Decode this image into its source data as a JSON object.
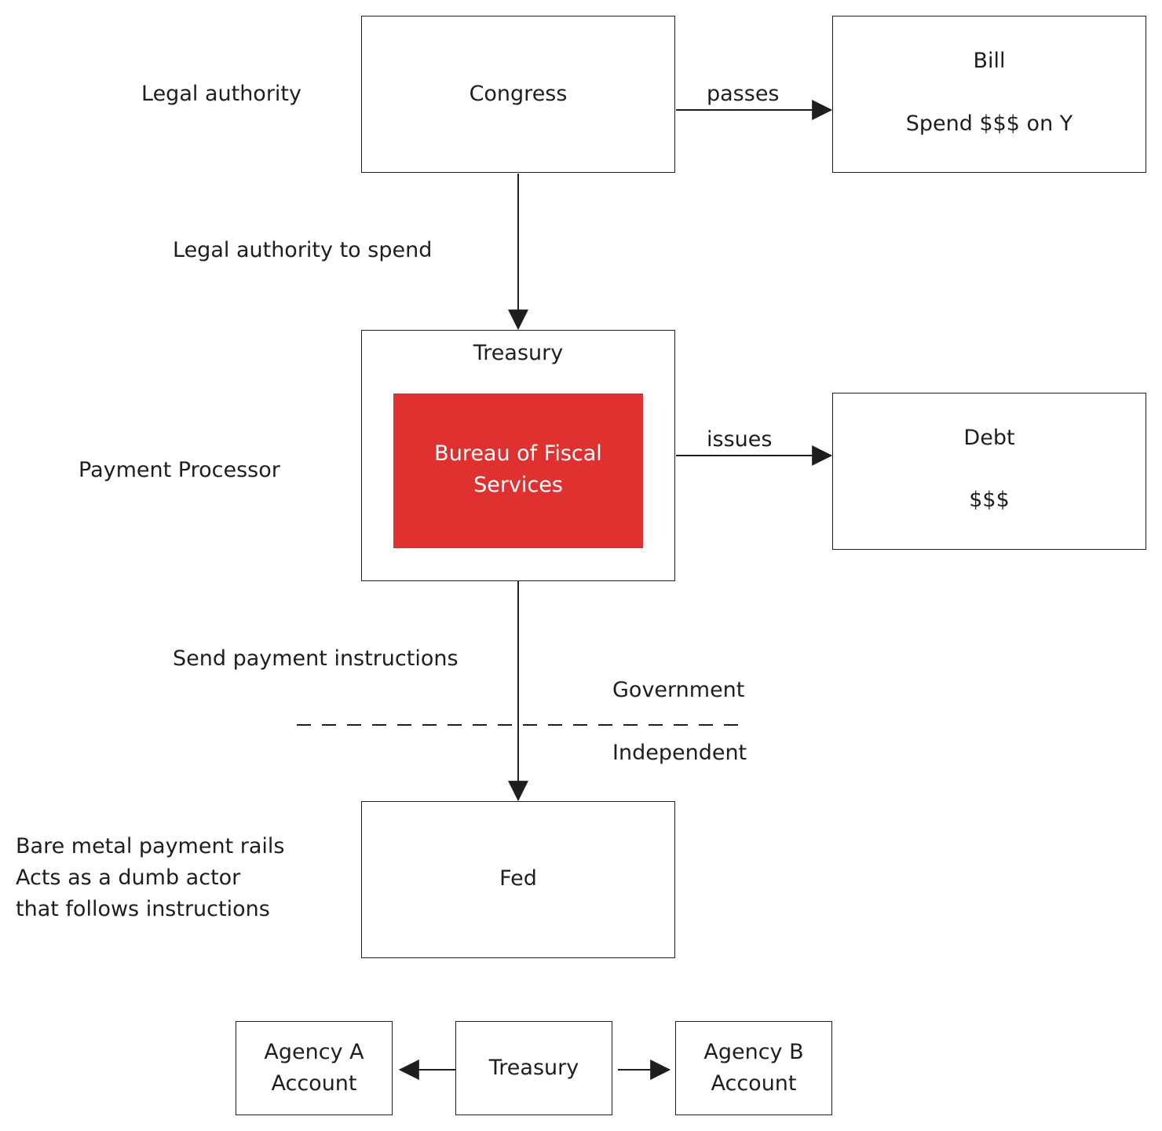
{
  "nodes": {
    "congress": {
      "label": "Congress"
    },
    "bill": {
      "title": "Bill",
      "body": "Spend $$$ on Y"
    },
    "treasury": {
      "label": "Treasury"
    },
    "bureau": {
      "label_line1": "Bureau of Fiscal",
      "label_line2": "Services"
    },
    "debt": {
      "title": "Debt",
      "body": "$$$"
    },
    "fed": {
      "label": "Fed"
    },
    "treasury_small": {
      "label": "Treasury"
    },
    "agency_a": {
      "line1": "Agency A",
      "line2": "Account"
    },
    "agency_b": {
      "line1": "Agency B",
      "line2": "Account"
    }
  },
  "edges": {
    "passes": "passes",
    "issues": "issues"
  },
  "annotations": {
    "legal_authority": "Legal authority",
    "legal_authority_to_spend": "Legal authority to spend",
    "payment_processor": "Payment Processor",
    "send_payment_instructions": "Send payment instructions",
    "government": "Government",
    "independent": "Independent",
    "fed_note": [
      "Bare metal payment rails",
      "Acts as a dumb actor",
      "that follows instructions"
    ]
  },
  "colors": {
    "bureau_fill": "#e03131",
    "stroke": "#1e1e1e"
  }
}
